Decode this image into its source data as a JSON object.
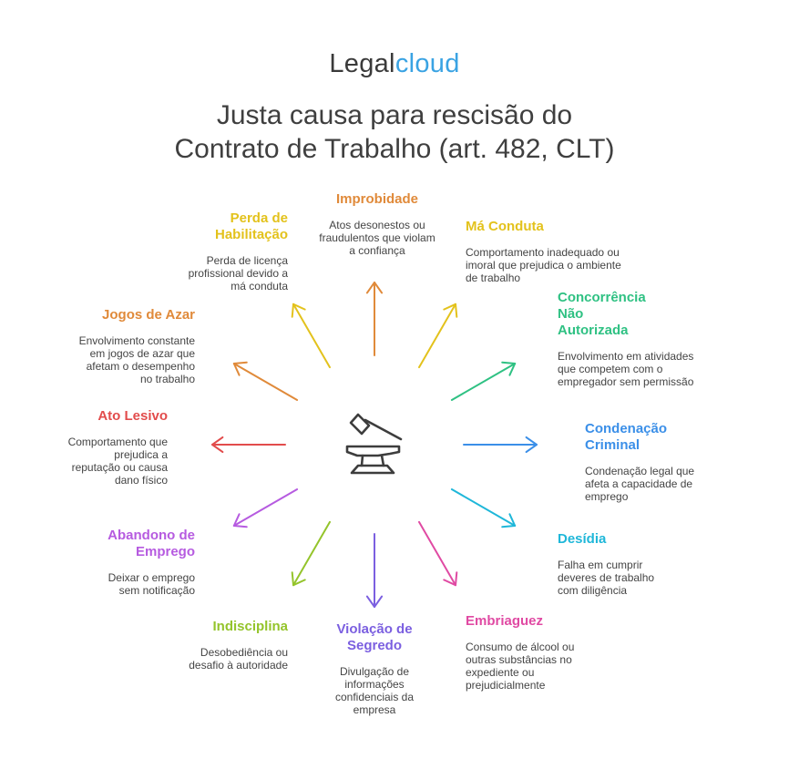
{
  "brand": {
    "part1": "Legal",
    "part2": "cloud"
  },
  "title": {
    "line1": "Justa causa para rescisão do",
    "line2": "Contrato de Trabalho (art. 482, CLT)"
  },
  "center_icon": "hammer-anvil-icon",
  "items": [
    {
      "heading": "Improbidade",
      "desc": "Atos desonestos ou fraudulentos que violam a confiança",
      "color": "#e08a3a"
    },
    {
      "heading": "Má Conduta",
      "desc": "Comportamento inadequado ou imoral que prejudica o ambiente de trabalho",
      "color": "#e3c21c"
    },
    {
      "heading": "Concorrência Não Autorizada",
      "desc": "Envolvimento em atividades que competem com o empregador sem permissão",
      "color": "#2fc183"
    },
    {
      "heading": "Condenação Criminal",
      "desc": "Condenação legal que afeta a capacidade de emprego",
      "color": "#3b8fe8"
    },
    {
      "heading": "Desídia",
      "desc": "Falha em cumprir deveres de trabalho com diligência",
      "color": "#1fb7d9"
    },
    {
      "heading": "Embriaguez",
      "desc": "Consumo de álcool ou outras substâncias no expediente ou prejudicialmente",
      "color": "#e04aa3"
    },
    {
      "heading": "Violação de Segredo",
      "desc": "Divulgação de informações confidenciais da empresa",
      "color": "#7b5fe0"
    },
    {
      "heading": "Indisciplina",
      "desc": "Desobediência ou desafio à autoridade",
      "color": "#94c42b"
    },
    {
      "heading": "Abandono de Emprego",
      "desc": "Deixar o emprego sem notificação",
      "color": "#b65be0"
    },
    {
      "heading": "Ato Lesivo",
      "desc": "Comportamento que prejudica a reputação ou causa dano físico",
      "color": "#e24c4c"
    },
    {
      "heading": "Jogos de Azar",
      "desc": "Envolvimento constante em jogos de azar que afetam o desempenho no trabalho",
      "color": "#e08a3a"
    },
    {
      "heading": "Perda de Habilitação",
      "desc": "Perda de licença profissional devido a má conduta",
      "color": "#e3c21c"
    }
  ]
}
